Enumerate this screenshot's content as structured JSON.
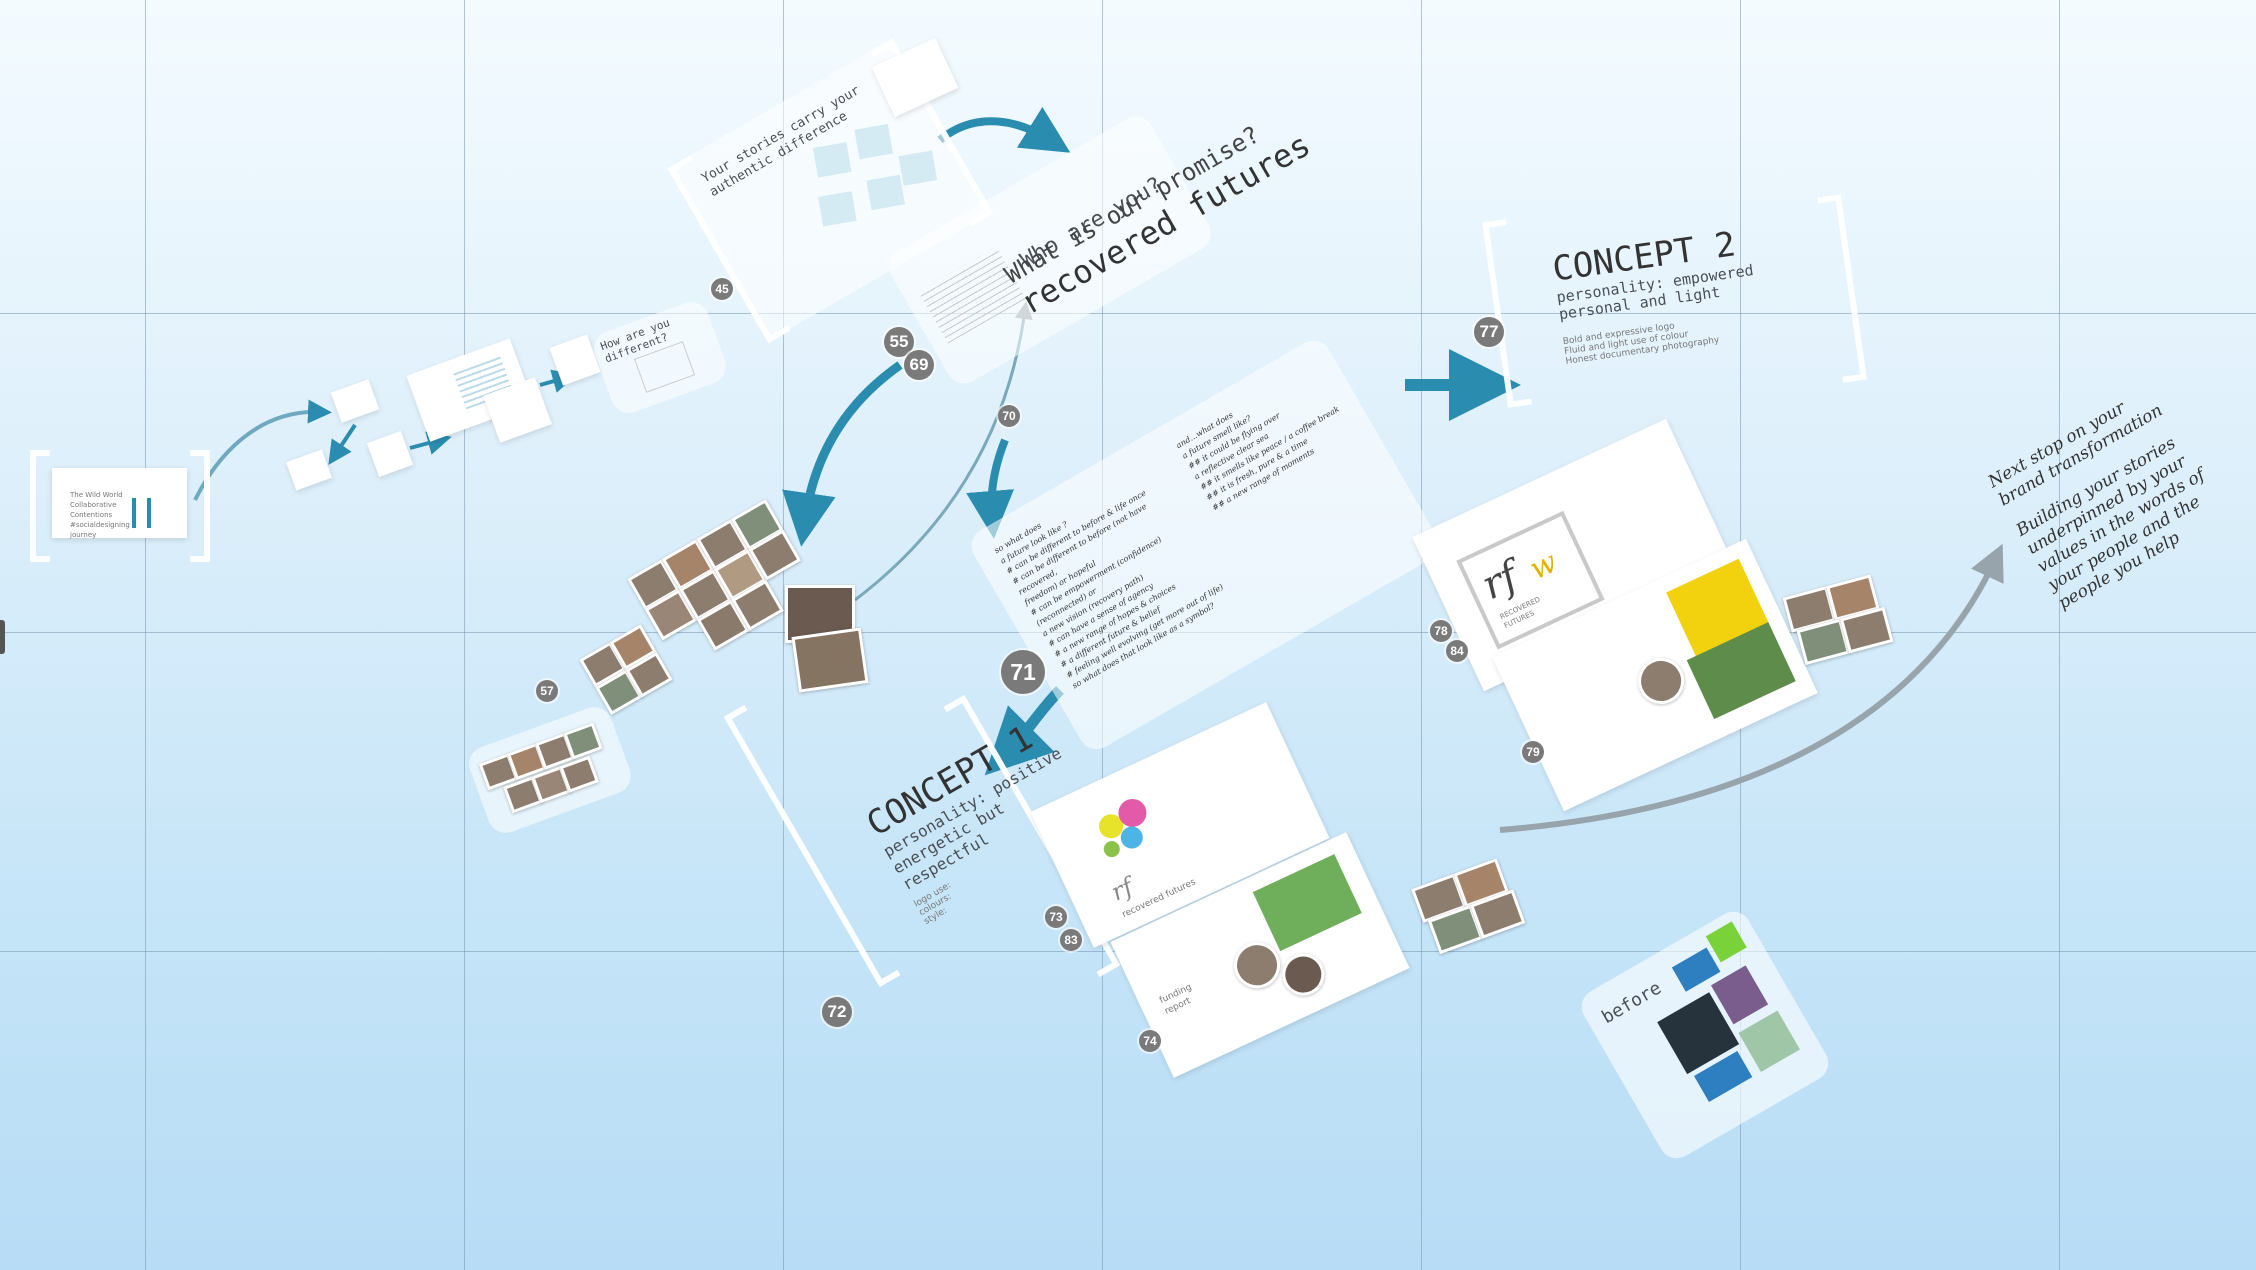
{
  "presentation": {
    "overview": {
      "title_lines": [
        "The Wild World",
        "Collaborative",
        "Contentions",
        "#socialdesigning",
        "journey"
      ]
    },
    "small_frame": {
      "title": "How are you different?"
    },
    "stories_frame": {
      "title_lines": [
        "Your stories carry your",
        "authentic difference"
      ]
    },
    "who_frame": {
      "title": "Who are you?"
    },
    "promise_frame": {
      "question": "What is our promise?",
      "answer": "recovered futures",
      "left_col": [
        "so what does",
        "a future look like ?",
        "# can be different to before & life once",
        "# can be different to before (not have recovered,",
        "freedom) or hopeful",
        "# can be empowerment (confidence) (reconnected) or",
        "a new vision (recovery path)",
        "# can have a sense of agency",
        "# a new range of hopes & choices",
        "# a different future & belief",
        "# feeling well evolving (get more out of life)",
        "so what does that look like as a symbol?"
      ],
      "right_col": [
        "and...what does",
        "a future smell like?",
        "## it could be flying over",
        "a reflective clear sea",
        "## it smells like peace / a coffee break",
        "## it is fresh, pure & a time",
        "## a new range of moments"
      ]
    },
    "concept1": {
      "title": "CONCEPT 1",
      "subtitle_lines": [
        "personality: positive",
        "energetic but respectful"
      ],
      "notes": [
        "logo use:",
        "colours:",
        "style:"
      ]
    },
    "concept2": {
      "title": "CONCEPT 2",
      "subtitle_lines": [
        "personality: empowered",
        "personal and light"
      ],
      "notes": [
        "Bold and expressive logo",
        "Fluid and light use of colour",
        "Honest documentary photography"
      ]
    },
    "next_stop": {
      "lines": [
        "Next stop on your",
        "brand transformation",
        "",
        "Building your stories",
        "underpinned by your",
        "values in the words of",
        "your people and the",
        "people you help"
      ]
    },
    "before_frame": {
      "label": "before"
    },
    "concept2_logo": {
      "lines": [
        "RECOVERED",
        "FUTURES"
      ]
    },
    "concept1_logo": {
      "caption": "recovered futures"
    },
    "funding_report": {
      "lines": [
        "funding",
        "report"
      ]
    },
    "badges": {
      "b45": "45",
      "b55": "55",
      "b69": "69",
      "b70": "70",
      "b71": "71",
      "b72": "72",
      "b73": "73",
      "b83": "83",
      "b74": "74",
      "b57": "57",
      "b77": "77",
      "b78": "78",
      "b84": "84",
      "b79": "79"
    },
    "colors": {
      "arrow_teal": "#2a8db0",
      "arrow_grey": "#97a4ab",
      "badge_grey": "#7a7a7a",
      "grid": "#7896af",
      "sky_top": "#f4fbff",
      "sky_bottom": "#b7dcf5"
    }
  }
}
